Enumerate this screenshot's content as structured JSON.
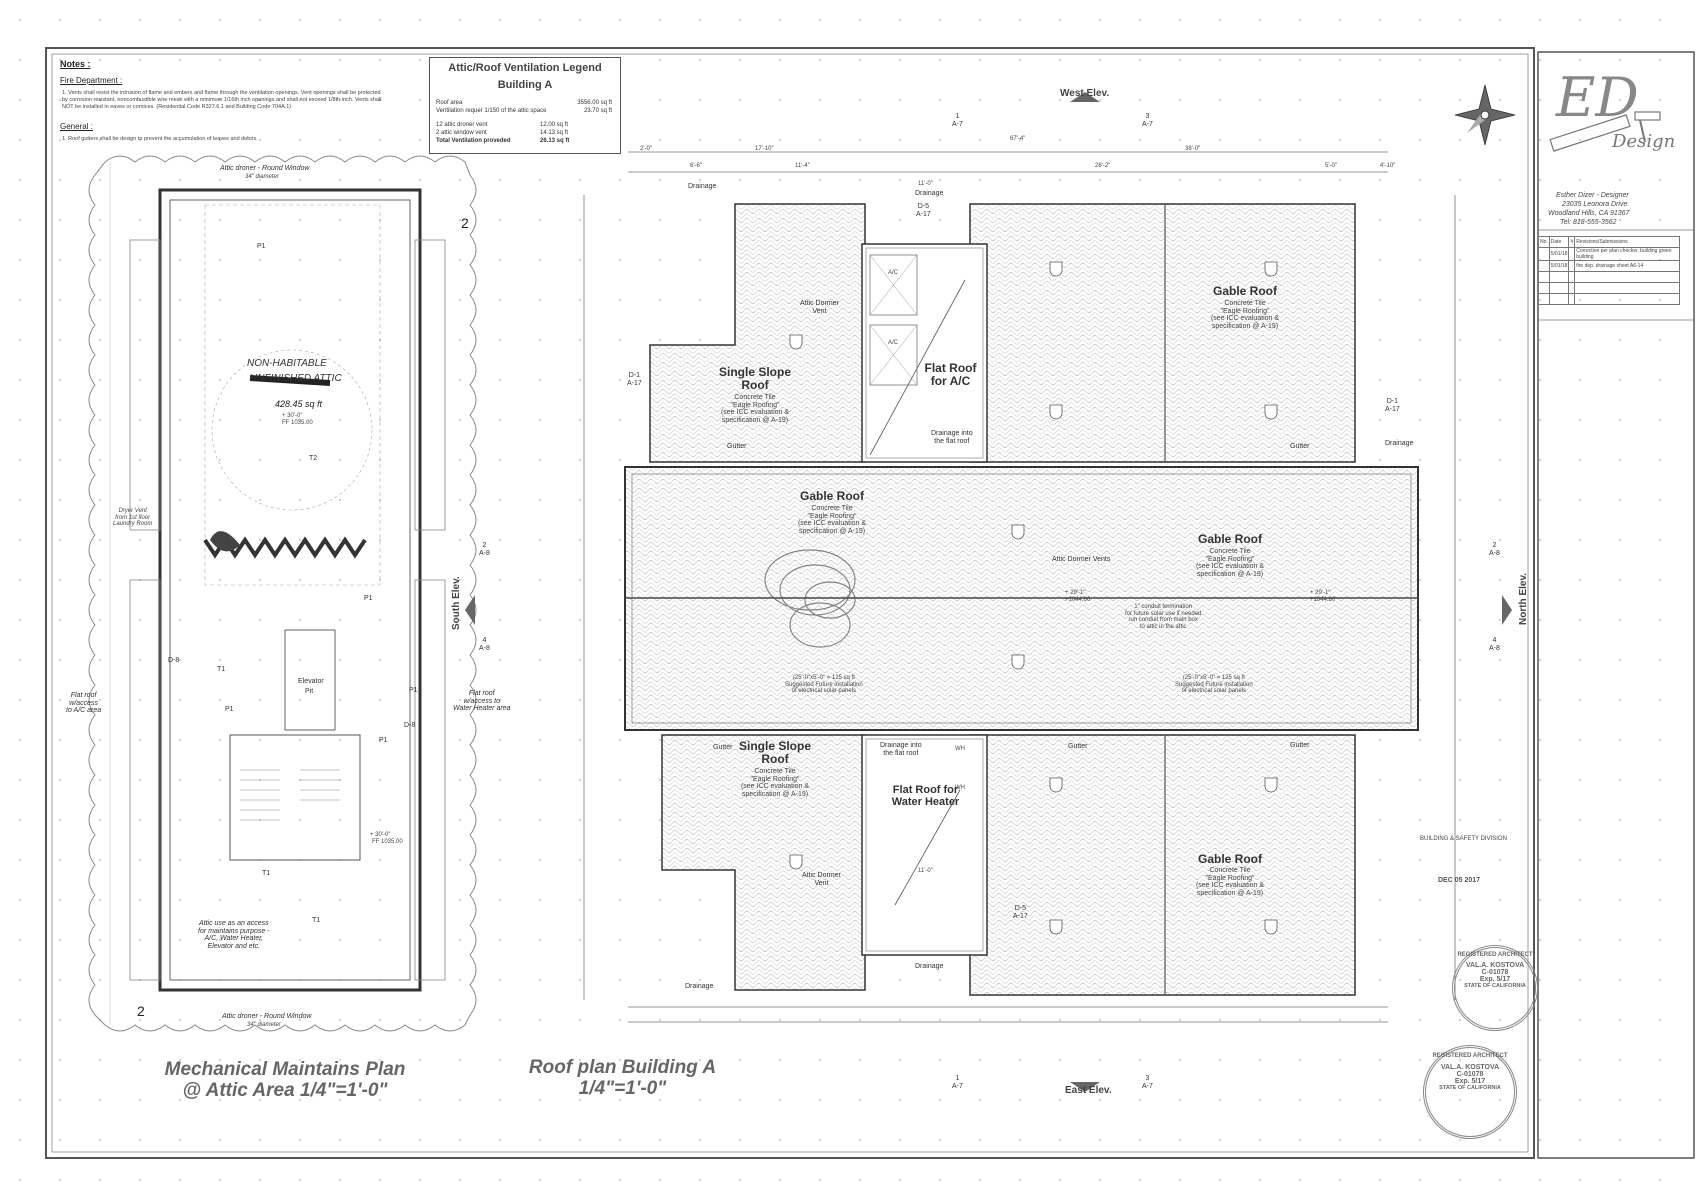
{
  "notes": {
    "title": "Notes :",
    "fire_dept_heading": "Fire Department :",
    "fire_dept_text": "1.  Vents shall resist the intrusion of flame and embers and flame through the ventilation openings. Vent openings shall be protected by corrosion resistant, noncombustible wire mesh with a minimum 1/16th inch openings and shall not exceed 1/8th inch. Vents shall NOT be installed in eaves or cornices. (Residential Code R327.6.1 and Building Code 704A.1)",
    "general_heading": "General :",
    "general_text": "1.  Roof gutters shall be design to prevent the accumulation of leaves and debris."
  },
  "legend": {
    "title_line1": "Attic/Roof Ventilation Legend",
    "title_line2": "Building A",
    "roof_area_label": "Roof area",
    "roof_area_value": "3556.00 sq ft",
    "vent_req_label": "Ventilation requer 1/150 of the attic space",
    "vent_req_value": "23.70 sq ft",
    "attic_vent_label": "12 attic droner vent",
    "attic_vent_value": "12.00 sq ft",
    "window_vent_label": "2 attic window vent",
    "window_vent_value": "14.13 sq ft",
    "total_label": "Total Ventilation proveded",
    "total_value": "26.13 sq ft"
  },
  "left_plan": {
    "top_window_label": "Attic droner - Round Window",
    "top_window_dim": "34\" diameter",
    "bottom_window_label": "Attic droner - Round Window",
    "bottom_window_dim": "34\" diameter",
    "attic_text1": "NON-HABITABLE",
    "attic_text2": "UNFINISHED ATTIC",
    "attic_area": "428.45 sq ft",
    "attic_elev1": "+ 30'-0\"",
    "attic_elev2": "FF 1035.00",
    "elevator_label": "Elevator",
    "elevator_pit": "Pit",
    "flat_roof_ac": "Flat roof\nw/access\nto A/C area",
    "flat_roof_wh": "Flat roof\nw/access to\nWater Heater area",
    "dryer_vent": "Dryer Vent\nfrom 1st floor\nLaundry Room",
    "attic_use": "Attic use as an access\nfor maintains purpose -\nA/C, Water Heater,\nElevator and etc.",
    "south_elev": "South Elev.",
    "elev2_label": "+ 30'-0\"",
    "elev2_ff": "FF 1035.00",
    "title": "Mechanical Maintains Plan\n@ Attic Area  1/4\"=1'-0\""
  },
  "roof_plan": {
    "title": "Roof plan Building A\n1/4\"=1'-0\"",
    "west_elev": "West Elev.",
    "east_elev": "East Elev.",
    "north_elev": "North Elev.",
    "gable_title": "Gable Roof",
    "gable_sub": "Concrete Tile\n\"Eagle Roofing\"\n(see ICC evaluation &\nspecification @ A-19)",
    "single_title": "Single Slope\nRoof",
    "single_sub": "Concrete Tile\n\"Eagle Roofing\"\n(see ICC evaluation &\nspecification @ A-19)",
    "flat_ac": "Flat Roof\nfor A/C",
    "flat_wh": "Flat Roof for\nWater Heater",
    "attic_dormer_vent": "Attic Dormer\nVent",
    "attic_dormer_vents": "Attic Dormer Vents",
    "drainage": "Drainage",
    "gutter": "Gutter",
    "drainage_flat": "Drainage into\nthe flat roof",
    "solar_1": "(25'-0\"x5'-0\" = 125 sq ft\nSuggested Future installation\nof electrical solar panels",
    "ridge_elev": "+ 29'-1\"\n+1044.60",
    "conduit_note": "1\" conduit termination\nfor future solar use if needed\nrun conduit from main box\nto attic in the attic",
    "dims_top": [
      "2'-0\"",
      "17'-10\"",
      "67'-4\"",
      "38'-0\""
    ],
    "dims_top2": [
      "6'-6\"",
      "11'-4\"",
      "28'-2\"",
      "5'-0\"",
      "4'-10\""
    ],
    "flat_dim": "11'-0\"",
    "ac_label": "A/C",
    "wh_label": "WH"
  },
  "title_block": {
    "logo_letters": "ED",
    "logo_word": "Design",
    "designer_name": "Esther Dizer - Designer",
    "address1": "23035 Leonora Drive",
    "address2": "Woodland Hills, CA 91367",
    "phone": "Tel: 818-555-3562",
    "rev_headers": [
      "No.",
      "Date",
      "#",
      "Revisions/Submissions"
    ],
    "rev_rows": [
      [
        "",
        "5/01/18",
        "",
        "Correction per plan checker, building green building"
      ],
      [
        "",
        "5/01/18",
        "",
        "fire dep. drainage sheet A6-14"
      ]
    ],
    "approval_label": "BUILDING & SAFETY DIVISION",
    "approval_date": "DEC 05 2017"
  },
  "stamps": {
    "stamp_top_ring": "REGISTERED ARCHITECT",
    "stamp_name": "VAL.A. KOSTOVA",
    "stamp_no": "C-01078",
    "stamp_exp": "Exp. 5/17",
    "stamp_state": "STATE OF CALIFORNIA"
  },
  "tags": {
    "p1": "P1",
    "t1": "T1",
    "t2": "T2",
    "d1": "D-1\nA-17",
    "d5": "D-5\nA-17",
    "d8": "D-8",
    "s2": "2\nA-8",
    "s4": "4\nA-8",
    "s1": "1\nA-7",
    "s3": "3\nA-7",
    "num2": "2"
  }
}
